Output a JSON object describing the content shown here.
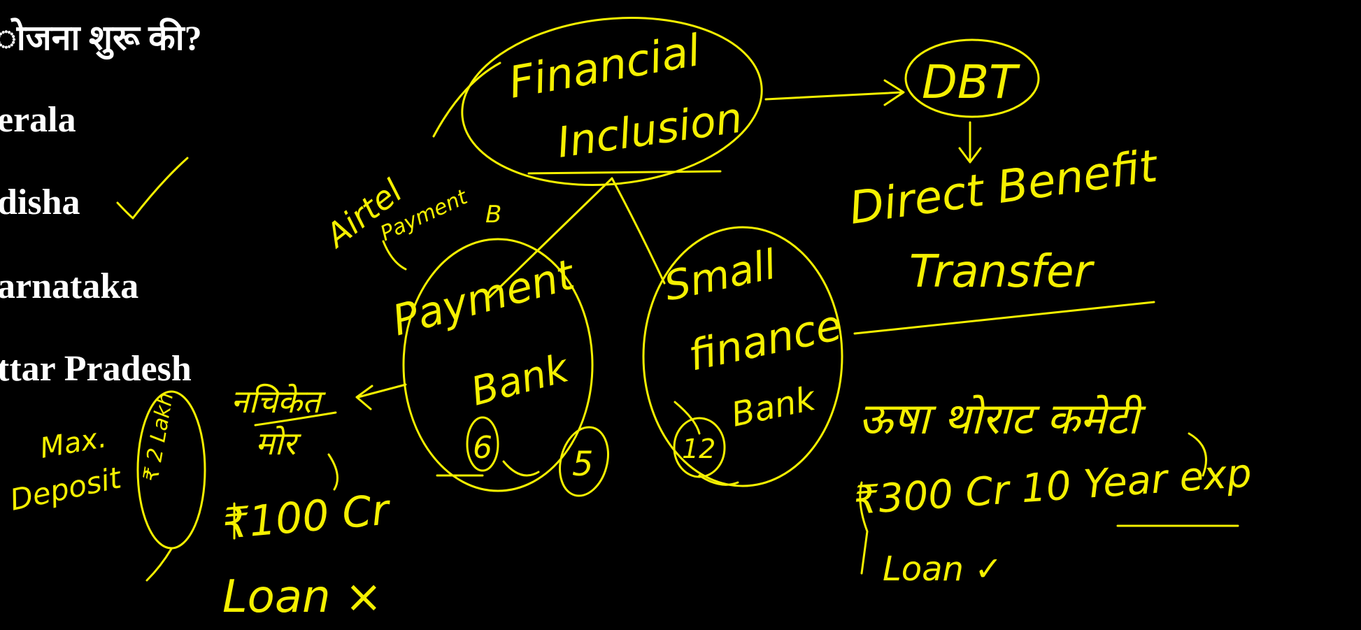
{
  "slide": {
    "question_fragment": "ोजना शुरू की?",
    "options": [
      "erala",
      "disha",
      "arnataka",
      "ttar Pradesh"
    ]
  },
  "annotations": {
    "financial_inclusion_1": "Financial",
    "financial_inclusion_2": "Inclusion",
    "dbt": "DBT",
    "dbt_full_1": "Direct Benefit",
    "dbt_full_2": "Transfer",
    "airtel_1": "Airtel",
    "airtel_2": "Payment",
    "airtel_3": "B",
    "payment_bank_1": "Payment",
    "payment_bank_2": "Bank",
    "payment_count": "6",
    "payment_count_2": "5",
    "small_finance_1": "Small",
    "small_finance_2": "finance",
    "small_finance_3": "Bank",
    "small_finance_count": "12",
    "nachiket_1": "नचिकेत",
    "nachiket_2": "मोर",
    "loan_amount": "₹100 Cr",
    "loan_no": "Loan ×",
    "max_deposit_1": "Max.",
    "max_deposit_2": "Deposit",
    "max_deposit_value": "₹ 2 Lakh",
    "usha_thorat": "ऊषा थोराट कमेटी",
    "usha_detail": "₹300 Cr  10 Year exp",
    "usha_loan": "Loan ✓"
  },
  "colors": {
    "background": "#000000",
    "slide_text": "#ffffff",
    "ink": "#f5f000"
  }
}
